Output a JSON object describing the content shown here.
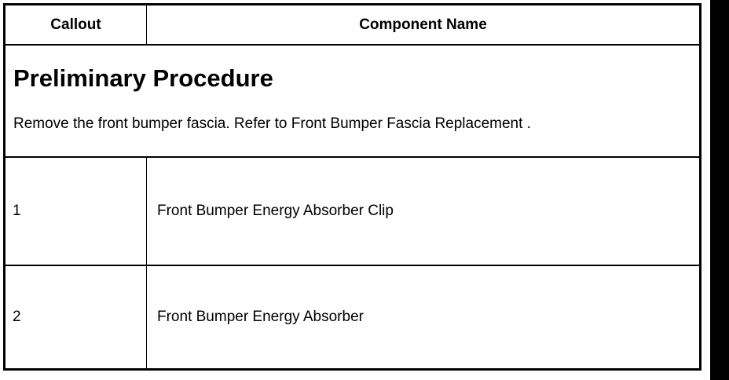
{
  "table": {
    "headers": {
      "callout": "Callout",
      "component_name": "Component Name"
    },
    "preliminary": {
      "title": "Preliminary Procedure",
      "text": "Remove the front bumper fascia. Refer to Front Bumper Fascia Replacement ."
    },
    "rows": [
      {
        "callout": "1",
        "component_name": "Front Bumper Energy Absorber Clip"
      },
      {
        "callout": "2",
        "component_name": "Front Bumper Energy Absorber"
      }
    ]
  }
}
